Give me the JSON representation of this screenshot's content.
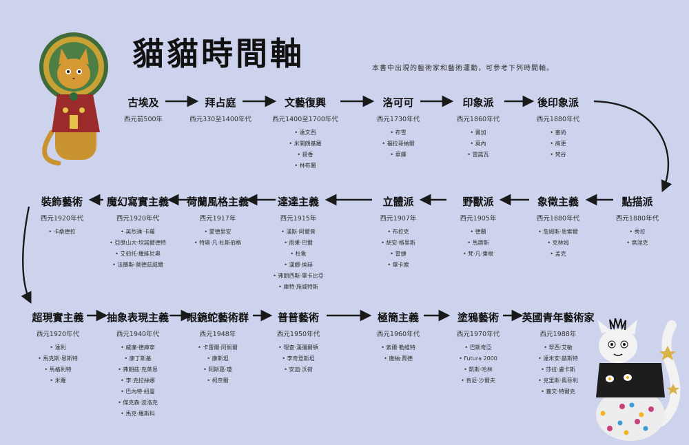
{
  "title": "貓貓時間軸",
  "subtitle": "本書中出現的藝術家和藝術運動，可參考下列時間軸。",
  "rows": [
    [
      {
        "name": "古埃及",
        "era": "西元前500年",
        "artists": []
      },
      {
        "name": "拜占庭",
        "era": "西元330至1400年代",
        "artists": []
      },
      {
        "name": "文藝復興",
        "era": "西元1400至1700年代",
        "artists": [
          "達文西",
          "米開朗基羅",
          "提香",
          "林布蘭"
        ]
      },
      {
        "name": "洛可可",
        "era": "西元1730年代",
        "artists": [
          "布雪",
          "福拉哥納爾",
          "華鐸"
        ]
      },
      {
        "name": "印象派",
        "era": "西元1860年代",
        "artists": [
          "竇加",
          "莫內",
          "雷諾瓦"
        ]
      },
      {
        "name": "後印象派",
        "era": "西元1880年代",
        "artists": [
          "塞尚",
          "高更",
          "梵谷"
        ]
      }
    ],
    [
      {
        "name": "裝飾藝術",
        "era": "西元1920年代",
        "artists": [
          "卡桑德拉"
        ]
      },
      {
        "name": "魔幻寫實主義",
        "era": "西元1920年代",
        "artists": [
          "英烈達·卡蘿",
          "亞歷山大·坎諾爾德特",
          "艾伯托·羅維尼奧",
          "法蘭斯·莫德茲威爾"
        ]
      },
      {
        "name": "荷蘭風格主義",
        "era": "西元1917年",
        "artists": [
          "蒙德里安",
          "特奧·凡·杜斯伯格"
        ]
      },
      {
        "name": "達達主義",
        "era": "西元1915年",
        "artists": [
          "漢斯·阿爾普",
          "雨果·巴爾",
          "杜象",
          "漢娜·侯赫",
          "弗朗西斯·畢卡比亞",
          "庫特·施威特斯"
        ]
      },
      {
        "name": "立體派",
        "era": "西元1907年",
        "artists": [
          "布拉克",
          "胡安·格里斯",
          "雷捷",
          "畢卡索"
        ]
      },
      {
        "name": "野獸派",
        "era": "西元1905年",
        "artists": [
          "德蘭",
          "馬諦斯",
          "梵·凡·東根"
        ]
      },
      {
        "name": "象徵主義",
        "era": "西元1880年代",
        "artists": [
          "詹姆斯·恩索爾",
          "克林姆",
          "孟克"
        ]
      },
      {
        "name": "點描派",
        "era": "西元1880年代",
        "artists": [
          "秀拉",
          "席涅克"
        ]
      }
    ],
    [
      {
        "name": "超現實主義",
        "era": "西元1920年代",
        "artists": [
          "達利",
          "馬克斯·恩斯特",
          "馬格利特",
          "米羅"
        ]
      },
      {
        "name": "抽象表現主義",
        "era": "西元1940年代",
        "artists": [
          "威廉·德庫寧",
          "康丁斯基",
          "弗朗茲·克萊恩",
          "李·克拉絲娜",
          "巴內特·紐曼",
          "傑克森·波洛克",
          "馬克·羅斯科"
        ]
      },
      {
        "name": "眼鏡蛇藝術群",
        "era": "西元1948年",
        "artists": [
          "卡雷爾·阿佩爾",
          "康斯坦",
          "阿斯葛·瓊",
          "柯奈爾"
        ]
      },
      {
        "name": "普普藝術",
        "era": "西元1950年代",
        "artists": [
          "理查·漢彌爾頓",
          "李奇登斯坦",
          "安迪·沃荷"
        ]
      },
      {
        "name": "極簡主義",
        "era": "西元1960年代",
        "artists": [
          "索爾·勒維特",
          "唐納·賈德"
        ]
      },
      {
        "name": "塗鴉藝術",
        "era": "西元1970年代",
        "artists": [
          "巴斯奇亞",
          "Futura 2000",
          "凱斯·哈林",
          "肯尼·沙爾夫"
        ]
      },
      {
        "name": "英國青年藝術家",
        "era": "西元1988年",
        "artists": [
          "翠西·艾敏",
          "達米安·赫斯特",
          "莎拉·盧卡斯",
          "克里斯·奧菲利",
          "蓋文·特爾克"
        ]
      }
    ]
  ],
  "colors": {
    "background": "#cdd3ec",
    "arrow": "#1a1a1a"
  }
}
